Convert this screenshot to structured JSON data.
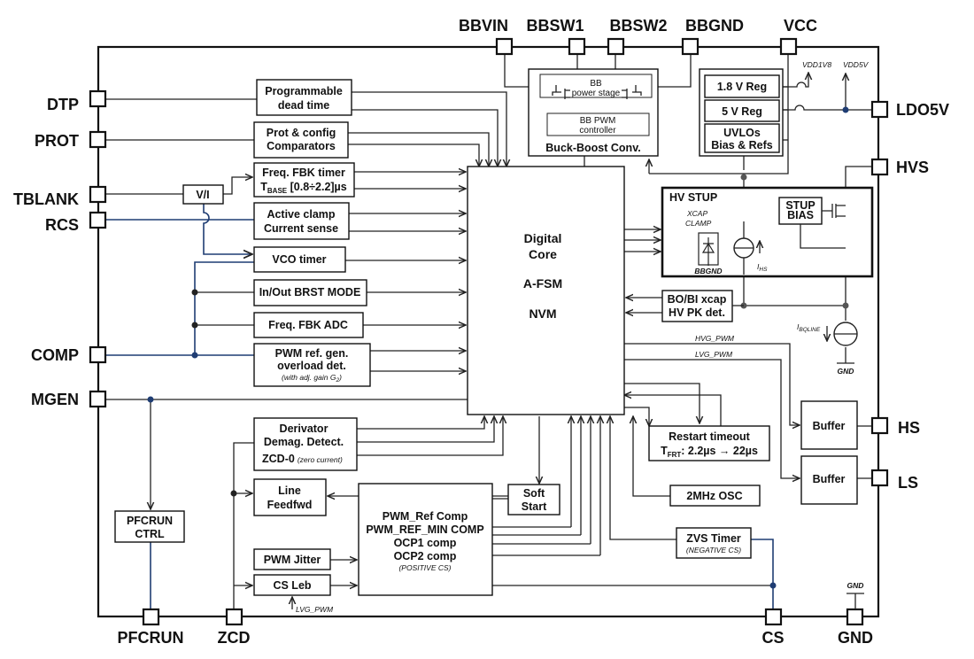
{
  "pins": {
    "BBVIN": "BBVIN",
    "BBSW1": "BBSW1",
    "BBSW2": "BBSW2",
    "BBGND": "BBGND",
    "VCC": "VCC",
    "DTP": "DTP",
    "PROT": "PROT",
    "TBLANK": "TBLANK",
    "RCS": "RCS",
    "COMP": "COMP",
    "MGEN": "MGEN",
    "LDO5V": "LDO5V",
    "HVS": "HVS",
    "HS": "HS",
    "LS": "LS",
    "PFCRUN": "PFCRUN",
    "ZCD": "ZCD",
    "CS": "CS",
    "GND": "GND"
  },
  "blocks": {
    "dead_time": [
      "Programmable",
      "dead time"
    ],
    "prot_config": [
      "Prot & config",
      "Comparators"
    ],
    "freq_fbk_timer": {
      "line1": "Freq. FBK timer",
      "tbase": "T",
      "tbase_sub": "BASE",
      "tbase_rest": " [0.8÷2.2]µs"
    },
    "vi": "V/I",
    "active_clamp": [
      "Active clamp",
      "Current sense"
    ],
    "vco_timer": "VCO timer",
    "brst_mode": "In/Out BRST MODE",
    "freq_fbk_adc": "Freq. FBK ADC",
    "pwm_ref": {
      "line1": "PWM ref. gen.",
      "line2": "overload det.",
      "note": "(with adj. gain G",
      "note_sub": "2",
      "note_end": ")"
    },
    "derivator": {
      "line1": "Derivator",
      "line2": "Demag. Detect.",
      "line3": "ZCD-0",
      "note": "(zero current)"
    },
    "line_feedfwd": [
      "Line",
      "Feedfwd"
    ],
    "pwm_jitter": "PWM Jitter",
    "cs_leb": "CS Leb",
    "pfcrun_ctrl": [
      "PFCRUN",
      "CTRL"
    ],
    "comparators": {
      "l1": "PWM_Ref Comp",
      "l2": "PWM_REF_MIN COMP",
      "l3": "OCP1 comp",
      "l4": "OCP2 comp",
      "note": "(POSITIVE CS)"
    },
    "soft_start": [
      "Soft",
      "Start"
    ],
    "digital_core": [
      "Digital",
      "Core",
      "A-FSM",
      "NVM"
    ],
    "buck_boost": {
      "power_stage": [
        "BB",
        "power stage"
      ],
      "pwm_ctrl": [
        "BB PWM",
        "controller"
      ],
      "title": "Buck-Boost Conv."
    },
    "reg_18": "1.8 V Reg",
    "reg_5": "5 V Reg",
    "uvlos": [
      "UVLOs",
      "Bias & Refs"
    ],
    "hv_stup": {
      "title": "HV STUP",
      "xcap": [
        "XCAP",
        "CLAMP"
      ],
      "bbgnd": "BBGND",
      "ihs": "I",
      "ihs_sub": "HS",
      "stup_bias": [
        "STUP",
        "BIAS"
      ]
    },
    "bo_bi": [
      "BO/BI xcap",
      "HV PK det."
    ],
    "ibqline": "I",
    "ibqline_sub": "BQLINE",
    "gnd_small": "GND",
    "restart": {
      "line1": "Restart timeout",
      "t": "T",
      "t_sub": "FRT",
      "t_rest": ": 2.2µs → 22µs"
    },
    "osc": "2MHz OSC",
    "zvs": {
      "line1": "ZVS Timer",
      "note": "(NEGATIVE CS)"
    },
    "buffer_hs": "Buffer",
    "buffer_ls": "Buffer"
  },
  "signals": {
    "vdd1v8": "VDD1V8",
    "vdd5v": "VDD5V",
    "hvg_pwm": "HVG_PWM",
    "lvg_pwm": "LVG_PWM",
    "lvg_pwm_csleb": "LVG_PWM",
    "gnd_top": "GND"
  }
}
